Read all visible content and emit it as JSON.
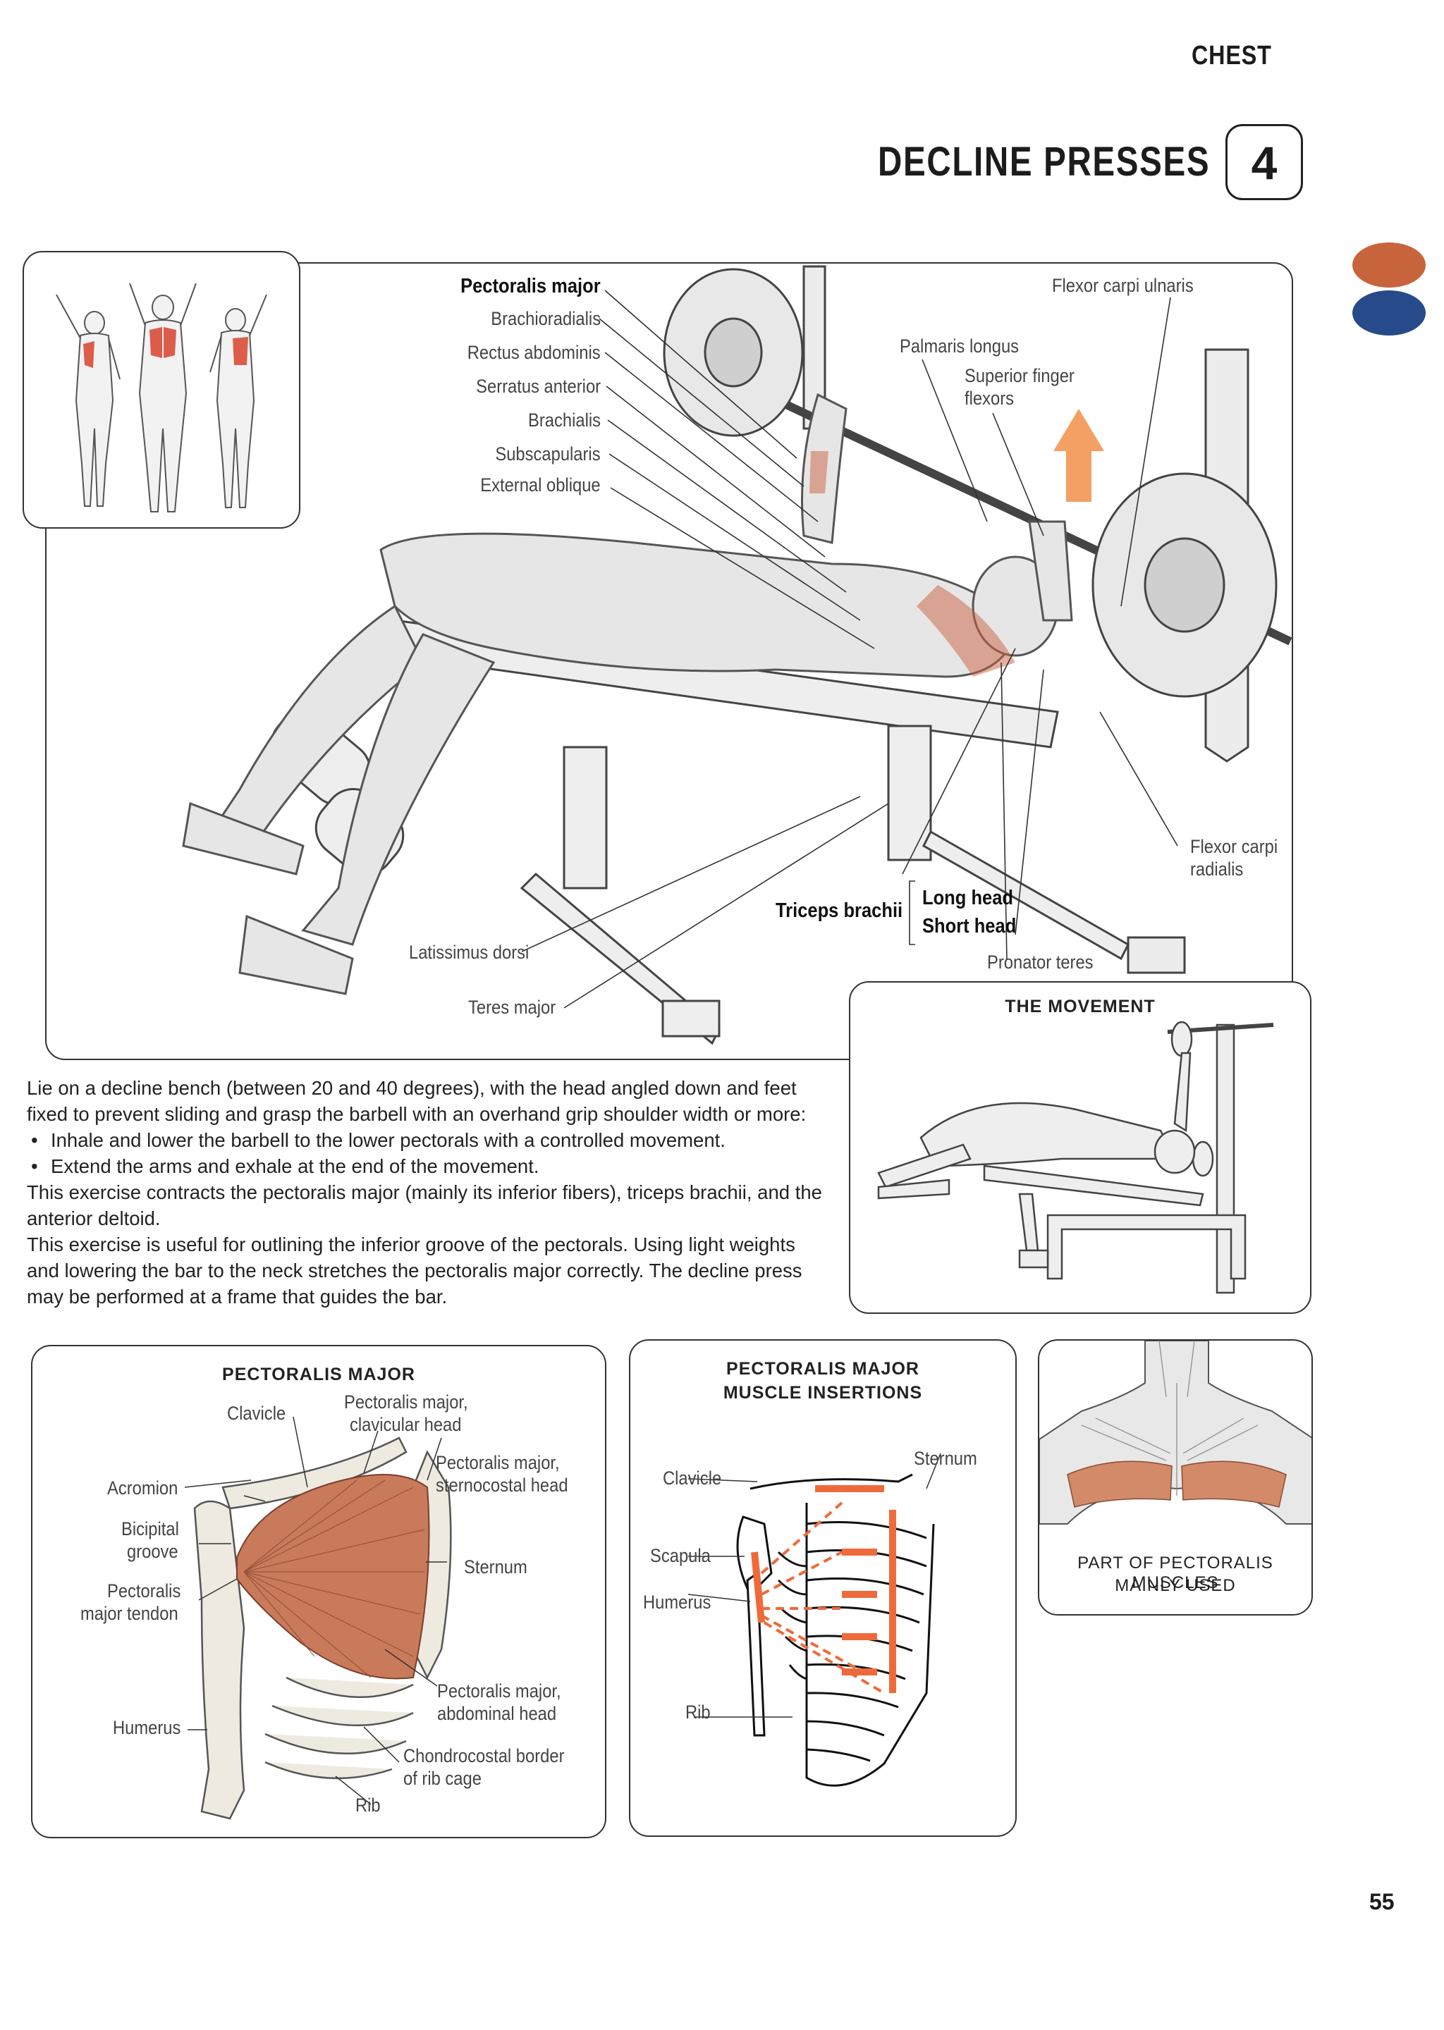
{
  "header": {
    "section": "CHEST",
    "title": "DECLINE PRESSES",
    "number": "4"
  },
  "side_markers": {
    "colors": [
      "#c8643c",
      "#274a8a"
    ]
  },
  "main_illustration": {
    "labels": {
      "pectoralis_major": "Pectoralis major",
      "brachioradialis": "Brachioradialis",
      "rectus_abdominis": "Rectus abdominis",
      "serratus_anterior": "Serratus anterior",
      "brachialis": "Brachialis",
      "subscapularis": "Subscapularis",
      "external_oblique": "External oblique",
      "flexor_carpi_ulnaris": "Flexor carpi ulnaris",
      "palmaris_longus": "Palmaris longus",
      "superior_finger_flexors_1": "Superior finger",
      "superior_finger_flexors_2": "flexors",
      "flexor_carpi_radialis_1": "Flexor carpi",
      "flexor_carpi_radialis_2": "radialis",
      "triceps_brachii": "Triceps brachii",
      "long_head": "Long head",
      "short_head": "Short head",
      "pronator_teres": "Pronator teres",
      "latissimus_dorsi": "Latissimus dorsi",
      "teres_major": "Teres major"
    }
  },
  "movement_panel": {
    "title": "THE MOVEMENT"
  },
  "body_text": {
    "p1": "Lie on a decline bench (between 20 and 40 degrees), with the head angled down and feet fixed to prevent sliding and grasp the barbell with an overhand grip shoulder width or more:",
    "bullet1": "Inhale and lower the barbell to the lower pectorals with a controlled movement.",
    "bullet2": "Extend the arms and exhale at the end of the movement.",
    "p2": "This exercise contracts the pectoralis major (mainly its inferior fibers), triceps brachii, and the anterior deltoid.",
    "p3": "This exercise is useful for outlining the inferior groove of the pectorals. Using light weights and lowering the bar to the neck stretches the pectoralis major correctly. The decline press may be performed at a frame that guides the bar."
  },
  "pec_major_panel": {
    "title": "PECTORALIS MAJOR",
    "labels": {
      "clavicle": "Clavicle",
      "clavicular_head_1": "Pectoralis major,",
      "clavicular_head_2": "clavicular head",
      "sternocostal_1": "Pectoralis major,",
      "sternocostal_2": "sternocostal head",
      "acromion": "Acromion",
      "bicipital_1": "Bicipital",
      "bicipital_2": "groove",
      "sternum": "Sternum",
      "tendon_1": "Pectoralis",
      "tendon_2": "major tendon",
      "humerus": "Humerus",
      "abdominal_1": "Pectoralis major,",
      "abdominal_2": "abdominal head",
      "chondro_1": "Chondrocostal border",
      "chondro_2": "of rib cage",
      "rib": "Rib"
    }
  },
  "insertions_panel": {
    "title_1": "PECTORALIS MAJOR",
    "title_2": "MUSCLE INSERTIONS",
    "labels": {
      "sternum": "Sternum",
      "clavicle": "Clavicle",
      "scapula": "Scapula",
      "humerus": "Humerus",
      "rib": "Rib"
    }
  },
  "muscles_used_panel": {
    "caption_1": "PART OF PECTORALIS MUSCLES",
    "caption_2": "MAINLY USED"
  },
  "footer": {
    "page_number": "55"
  }
}
